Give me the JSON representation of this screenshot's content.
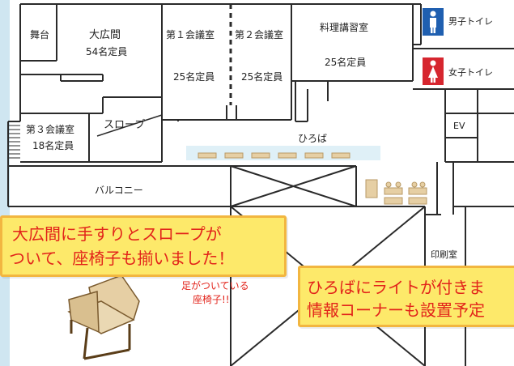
{
  "rooms": {
    "stage": "舞台",
    "hall": {
      "name": "大広間",
      "capacity": "54名定員"
    },
    "room1": {
      "name": "第１会議室",
      "capacity": "25名定員"
    },
    "room2": {
      "name": "第２会議室",
      "capacity": "25名定員"
    },
    "cooking": {
      "name": "料理講習室",
      "capacity": "25名定員"
    },
    "room3": {
      "name": "第３会議室",
      "capacity": "18名定員"
    },
    "slope": "スロープ",
    "plaza": "ひろば",
    "balcony": "バルコニー",
    "mens_toilet": "男子トイレ",
    "womens_toilet": "女子トイレ",
    "elevator": "EV",
    "print_room": "印刷室"
  },
  "callouts": {
    "hall_note": {
      "line1": "大広間に手すりとスロープが",
      "line2": "ついて、座椅子も揃いました！"
    },
    "chair_note": {
      "line1": "足がついている",
      "line2": "座椅子!!"
    },
    "plaza_note": {
      "line1": "ひろばにライトが付きま",
      "line2": "情報コーナーも設置予定"
    }
  },
  "colors": {
    "background": "#cfe6f1",
    "floor": "#ffffff",
    "wall": "#2a2a2a",
    "mens_sign": "#1f5fb0",
    "womens_sign": "#d6262f",
    "callout_fill": "#fde96a",
    "callout_border": "#f2b640",
    "callout_text": "#e2231a",
    "furniture": "#e6cfa4"
  },
  "icons": [
    "male-toilet-icon",
    "female-toilet-icon",
    "chair-illustration"
  ]
}
